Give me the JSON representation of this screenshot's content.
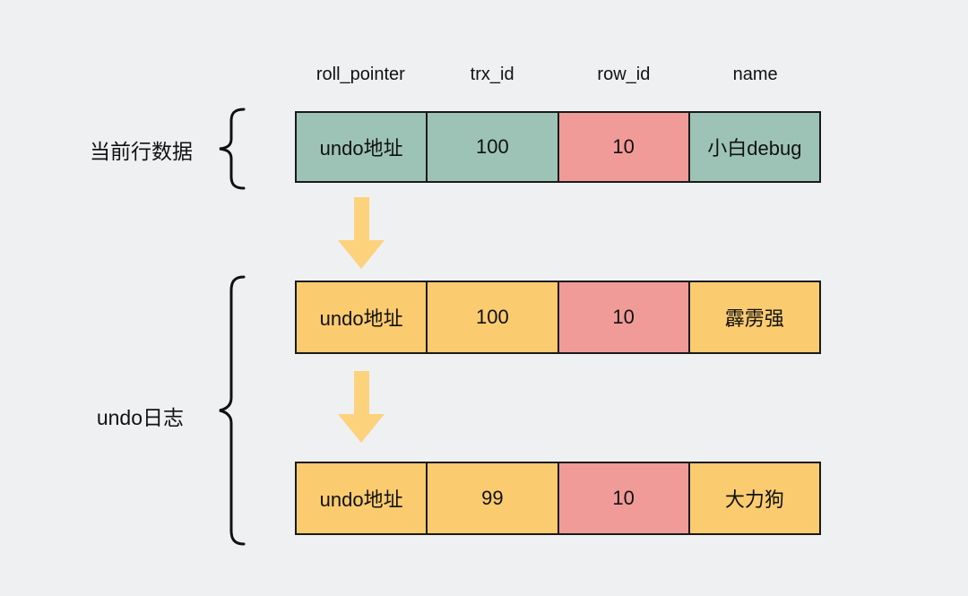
{
  "columns": [
    "roll_pointer",
    "trx_id",
    "row_id",
    "name"
  ],
  "current_row": {
    "label": "当前行数据",
    "cells": [
      "undo地址",
      "100",
      "10",
      "小白debug"
    ]
  },
  "undo_log": {
    "label": "undo日志",
    "rows": [
      {
        "cells": [
          "undo地址",
          "100",
          "10",
          "霹雳强"
        ]
      },
      {
        "cells": [
          "undo地址",
          "99",
          "10",
          "大力狗"
        ]
      }
    ]
  },
  "icons": {
    "flow_arrow": "down-arrow",
    "group_brace": "curly-brace"
  },
  "colors": {
    "background": "#eff0f2",
    "teal": "#9dc3b7",
    "pink": "#f09b97",
    "yellow": "#fbcb70",
    "arrow": "#fcd27d",
    "border": "#1a1a1a"
  }
}
